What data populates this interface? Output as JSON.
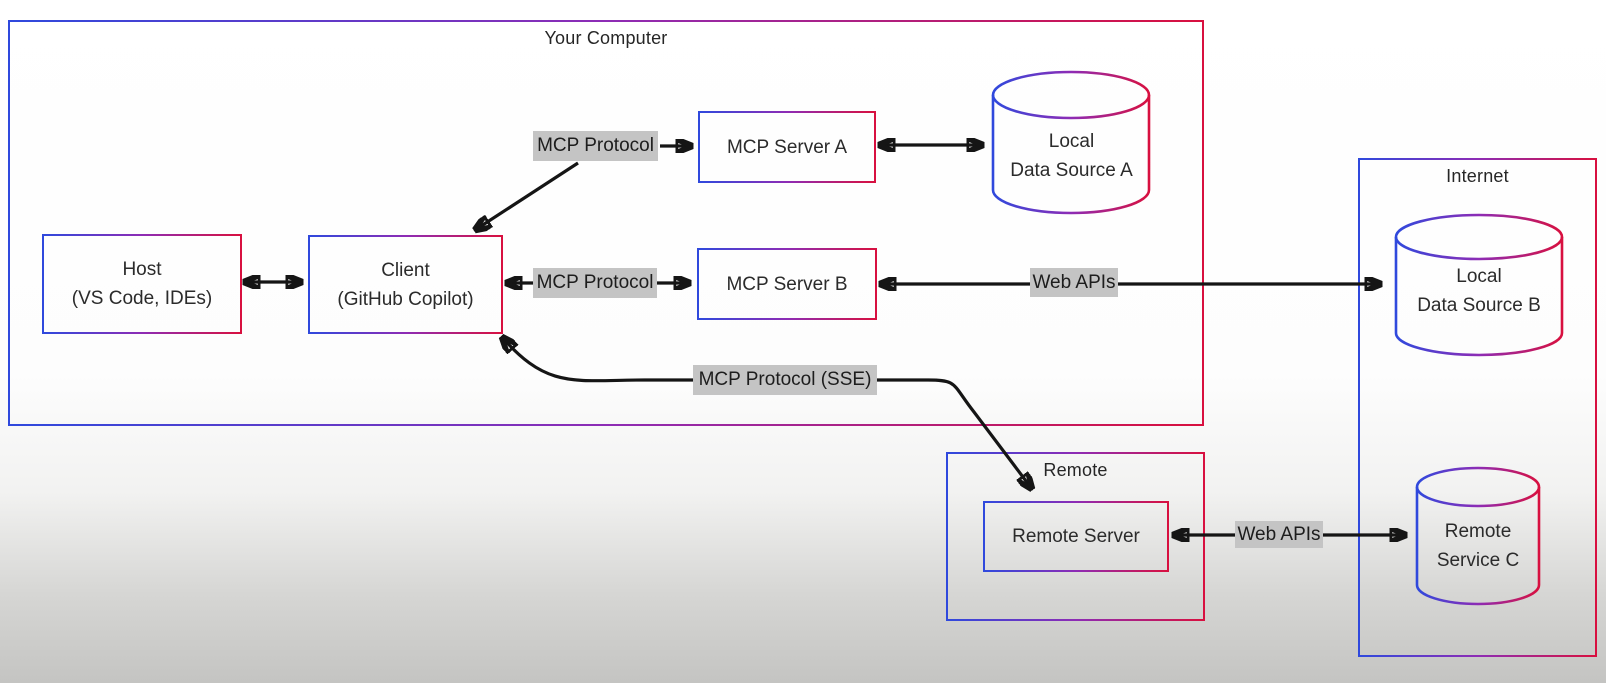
{
  "containers": {
    "your_computer": {
      "label": "Your Computer"
    },
    "internet": {
      "label": "Internet"
    },
    "remote": {
      "label": "Remote"
    }
  },
  "nodes": {
    "host": {
      "line1": "Host",
      "line2": "(VS Code, IDEs)"
    },
    "client": {
      "line1": "Client",
      "line2": "(GitHub Copilot)"
    },
    "mcp_server_a": {
      "label": "MCP Server A"
    },
    "mcp_server_b": {
      "label": "MCP Server B"
    },
    "remote_server": {
      "label": "Remote Server"
    }
  },
  "datastores": {
    "local_data_source_a": {
      "line1": "Local",
      "line2": "Data Source A"
    },
    "local_data_source_b": {
      "line1": "Local",
      "line2": "Data Source B"
    },
    "remote_service_c": {
      "line1": "Remote",
      "line2": "Service C"
    }
  },
  "edge_labels": {
    "mcp_protocol_a": "MCP Protocol",
    "mcp_protocol_b": "MCP Protocol",
    "web_apis_b": "Web APIs",
    "mcp_protocol_sse": "MCP Protocol (SSE)",
    "web_apis_c": "Web APIs"
  },
  "colors": {
    "border_blue": "#2f49dd",
    "border_purple": "#8d2cb5",
    "border_red": "#d8103f",
    "edge_label_bg": "#c4c4c4",
    "arrow": "#151515",
    "text": "#2b2b2b"
  }
}
